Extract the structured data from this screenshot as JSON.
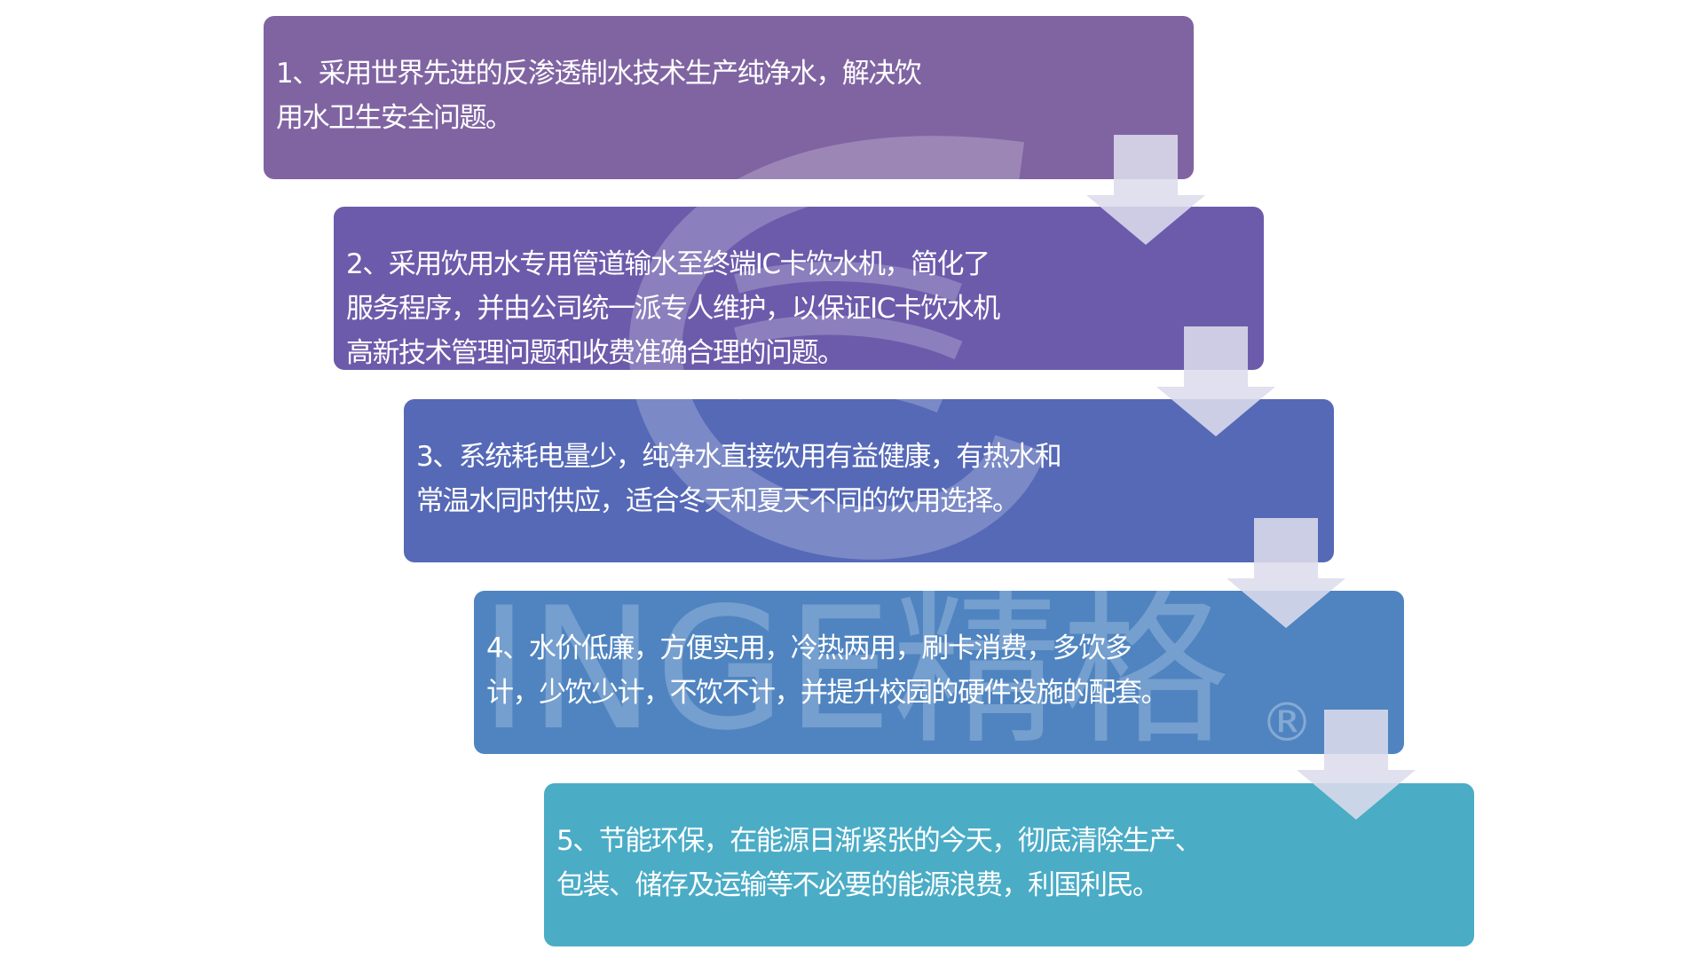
{
  "steps": [
    {
      "text": "1、采用世界先进的反渗透制水技术生产纯净水，解决饮\n用水卫生安全问题。",
      "color": "#8064a2"
    },
    {
      "text": "2、采用饮用水专用管道输水至终端IC卡饮水机，简化了\n服务程序，并由公司统一派专人维护，以保证IC卡饮水机\n高新技术管理问题和收费准确合理的问题。",
      "color": "#6c5bab"
    },
    {
      "text": "3、系统耗电量少，纯净水直接饮用有益健康，有热水和\n常温水同时供应，适合冬天和夏天不同的饮用选择。",
      "color": "#5669b7"
    },
    {
      "text": "4、水价低廉，方便实用，冷热两用，刷卡消费，多饮多\n计，少饮少计，不饮不计，并提升校园的硬件设施的配套。",
      "color": "#4f84c0"
    },
    {
      "text": "5、节能环保，在能源日渐紧张的今天，彻底清除生产、\n包装、储存及运输等不必要的能源浪费，利国利民。",
      "color": "#4bacc6"
    }
  ],
  "watermark": {
    "brand": "INGE精格",
    "registered_mark": "®"
  },
  "colors": {
    "arrow_fill": "#dcdcec",
    "background": "#ffffff"
  }
}
